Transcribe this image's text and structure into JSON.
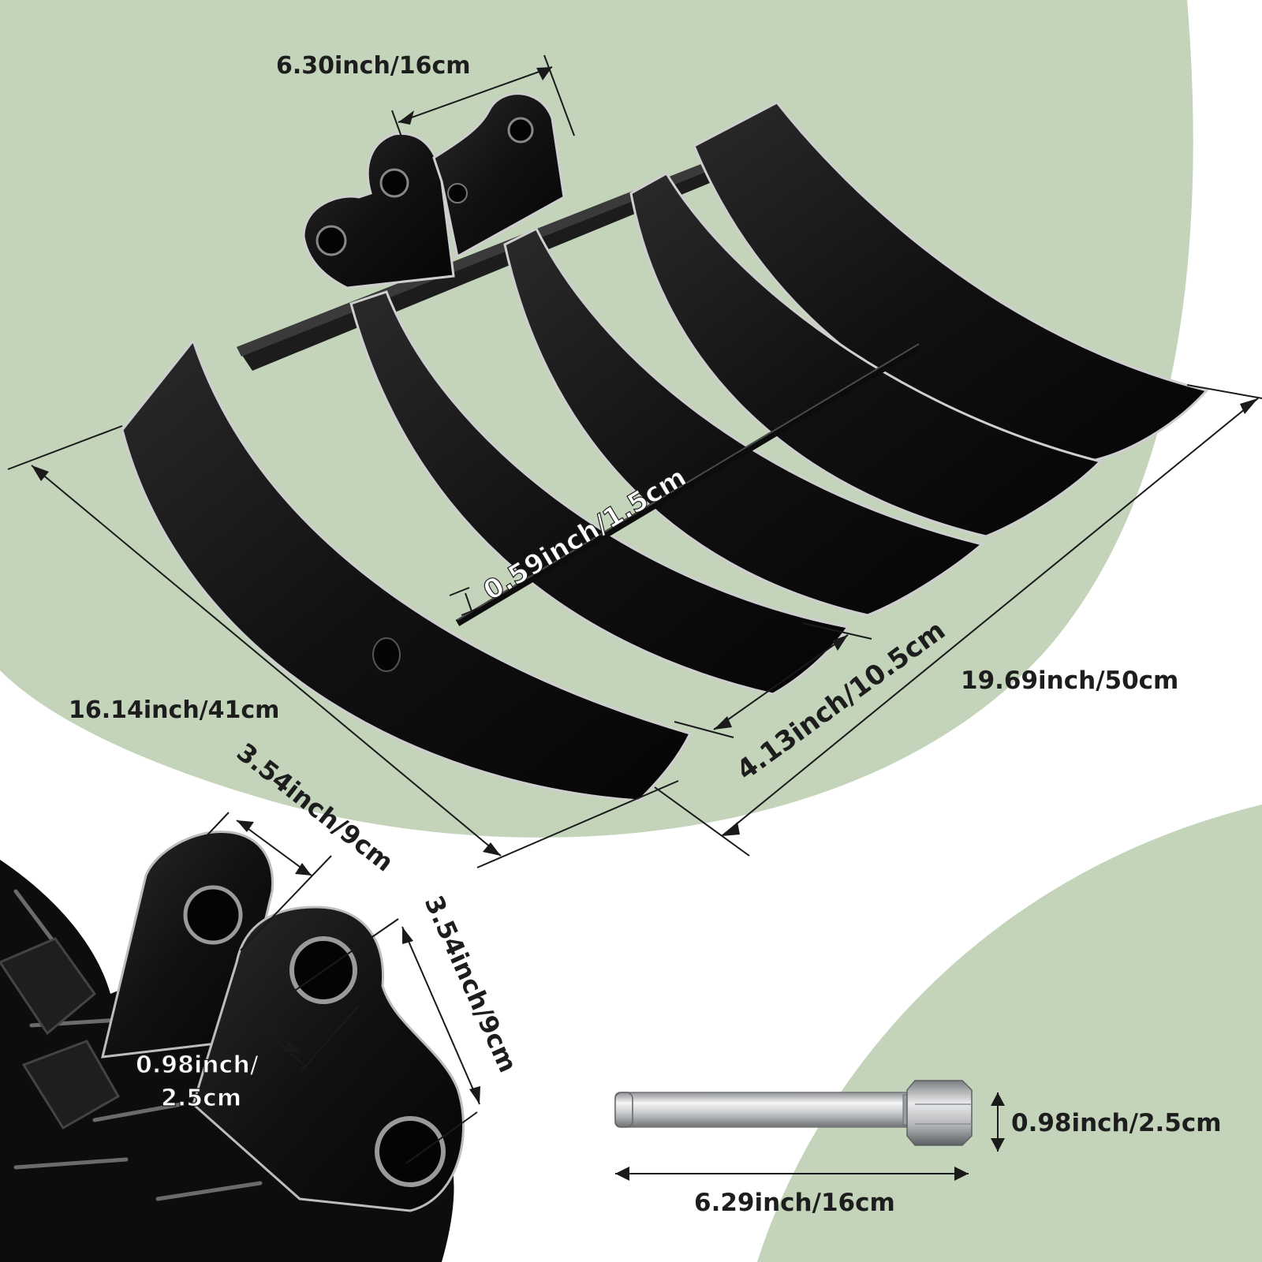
{
  "colors": {
    "background": "#ffffff",
    "sage_green": "#c3d4bb",
    "steel_black": "#141414",
    "metal_highlight": "#cfcfcf",
    "pin_silver": "#b9bcbf",
    "dimension_line": "#1a1a1a"
  },
  "dimensions": {
    "ear_spacing": "6.30inch/16cm",
    "bar_diameter": "0.59inch/1.5cm",
    "tine_spacing": "4.13inch/10.5cm",
    "overall_width": "19.69inch/50cm",
    "rake_depth": "16.14inch/41cm",
    "ear_width_1": "3.54inch/9cm",
    "ear_width_2": "3.54inch/9cm",
    "hole_diameter_line1": "0.98inch/",
    "hole_diameter_line2": "2.5cm",
    "pin_diameter": "0.98inch/2.5cm",
    "pin_length": "6.29inch/16cm"
  },
  "icons": {
    "rake": "excavator-rake-icon",
    "mount_closeup": "mounting-bracket-closeup-icon",
    "pin": "hitch-pin-icon"
  }
}
